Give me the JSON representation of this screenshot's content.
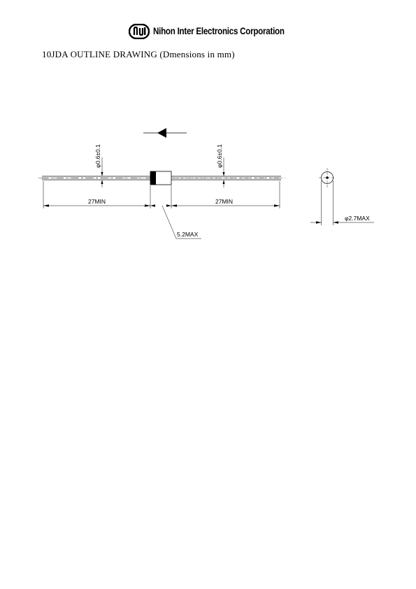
{
  "header": {
    "logo_icon": "nihon-inter-logo-icon",
    "company_name": "Nihon Inter Electronics Corporation"
  },
  "document": {
    "title": "10JDA OUTLINE DRAWING (Dmensions in mm)"
  },
  "drawing": {
    "lead_diameter_left": "φ0.6±0.1",
    "lead_diameter_right": "φ0.6±0.1",
    "lead_length_left": "27MIN",
    "lead_length_right": "27MIN",
    "body_length": "5.2MAX",
    "body_diameter": "φ2.7MAX",
    "polarity_icon": "diode-polarity-arrow-icon"
  }
}
